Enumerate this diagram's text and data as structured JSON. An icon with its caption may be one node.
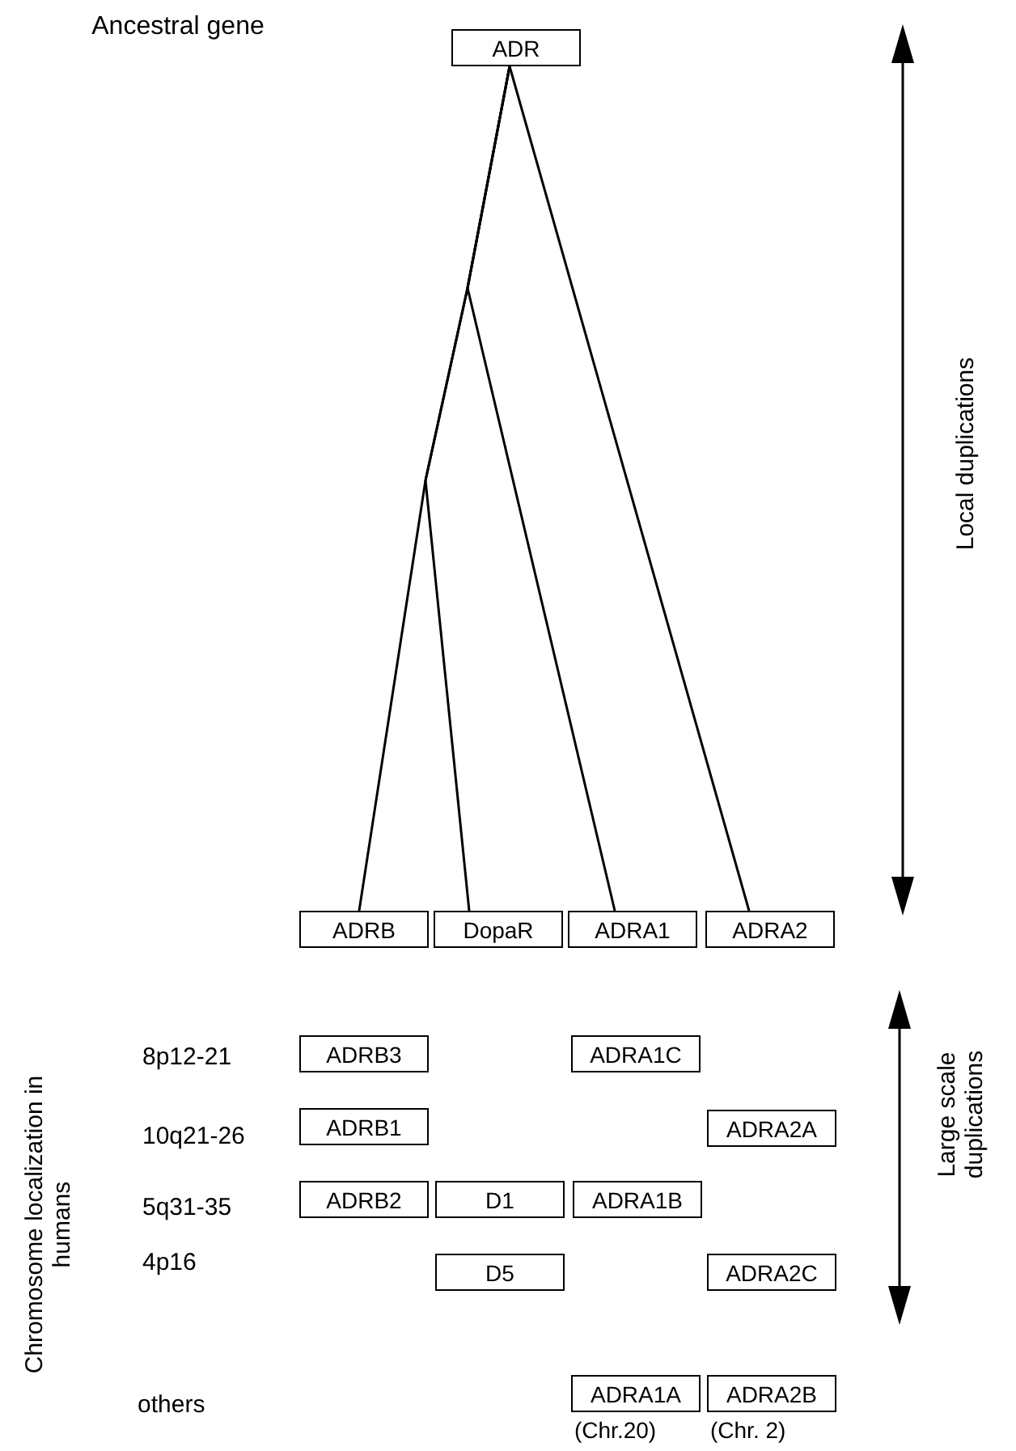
{
  "diagram": {
    "nodes": [
      {
        "text": [
          "ADR"
        ]
      },
      {
        "text": [
          "ADRB"
        ]
      },
      {
        "text": [
          "DopaR"
        ]
      },
      {
        "text": [
          "ADRA1"
        ]
      },
      {
        "text": [
          "ADRA2"
        ]
      },
      {
        "text": [
          "ADRB3"
        ]
      },
      {
        "text": [
          "ADRA1C"
        ]
      },
      {
        "text": [
          "ADRB1"
        ]
      },
      {
        "text": [
          "ADRA2A"
        ]
      },
      {
        "text": [
          "ADRB2"
        ]
      },
      {
        "text": [
          "D1"
        ]
      },
      {
        "text": [
          "ADRA1B"
        ]
      },
      {
        "text": [
          "D5"
        ]
      },
      {
        "text": [
          "ADRA2C"
        ]
      },
      {
        "text": [
          "ADRA1A"
        ],
        "beside": [
          "(Chr.20)"
        ]
      },
      {
        "text": [
          "ADRA2B"
        ],
        "beside": [
          "(Chr. 2)"
        ]
      }
    ],
    "edges": [
      {
        "from": 0,
        "to": 1,
        "arrow": "none"
      },
      {
        "from": 0,
        "to": 2,
        "arrow": "none"
      },
      {
        "from": 0,
        "to": 3,
        "arrow": "none"
      },
      {
        "from": 0,
        "to": 4,
        "arrow": "none"
      }
    ],
    "labels": [
      "Ancestral gene",
      "Local duplications",
      "8p12-21",
      "10q21-26",
      "5q31-35",
      "4p16",
      "others",
      "Large scale duplications",
      "Chromosome localization in humans"
    ]
  }
}
